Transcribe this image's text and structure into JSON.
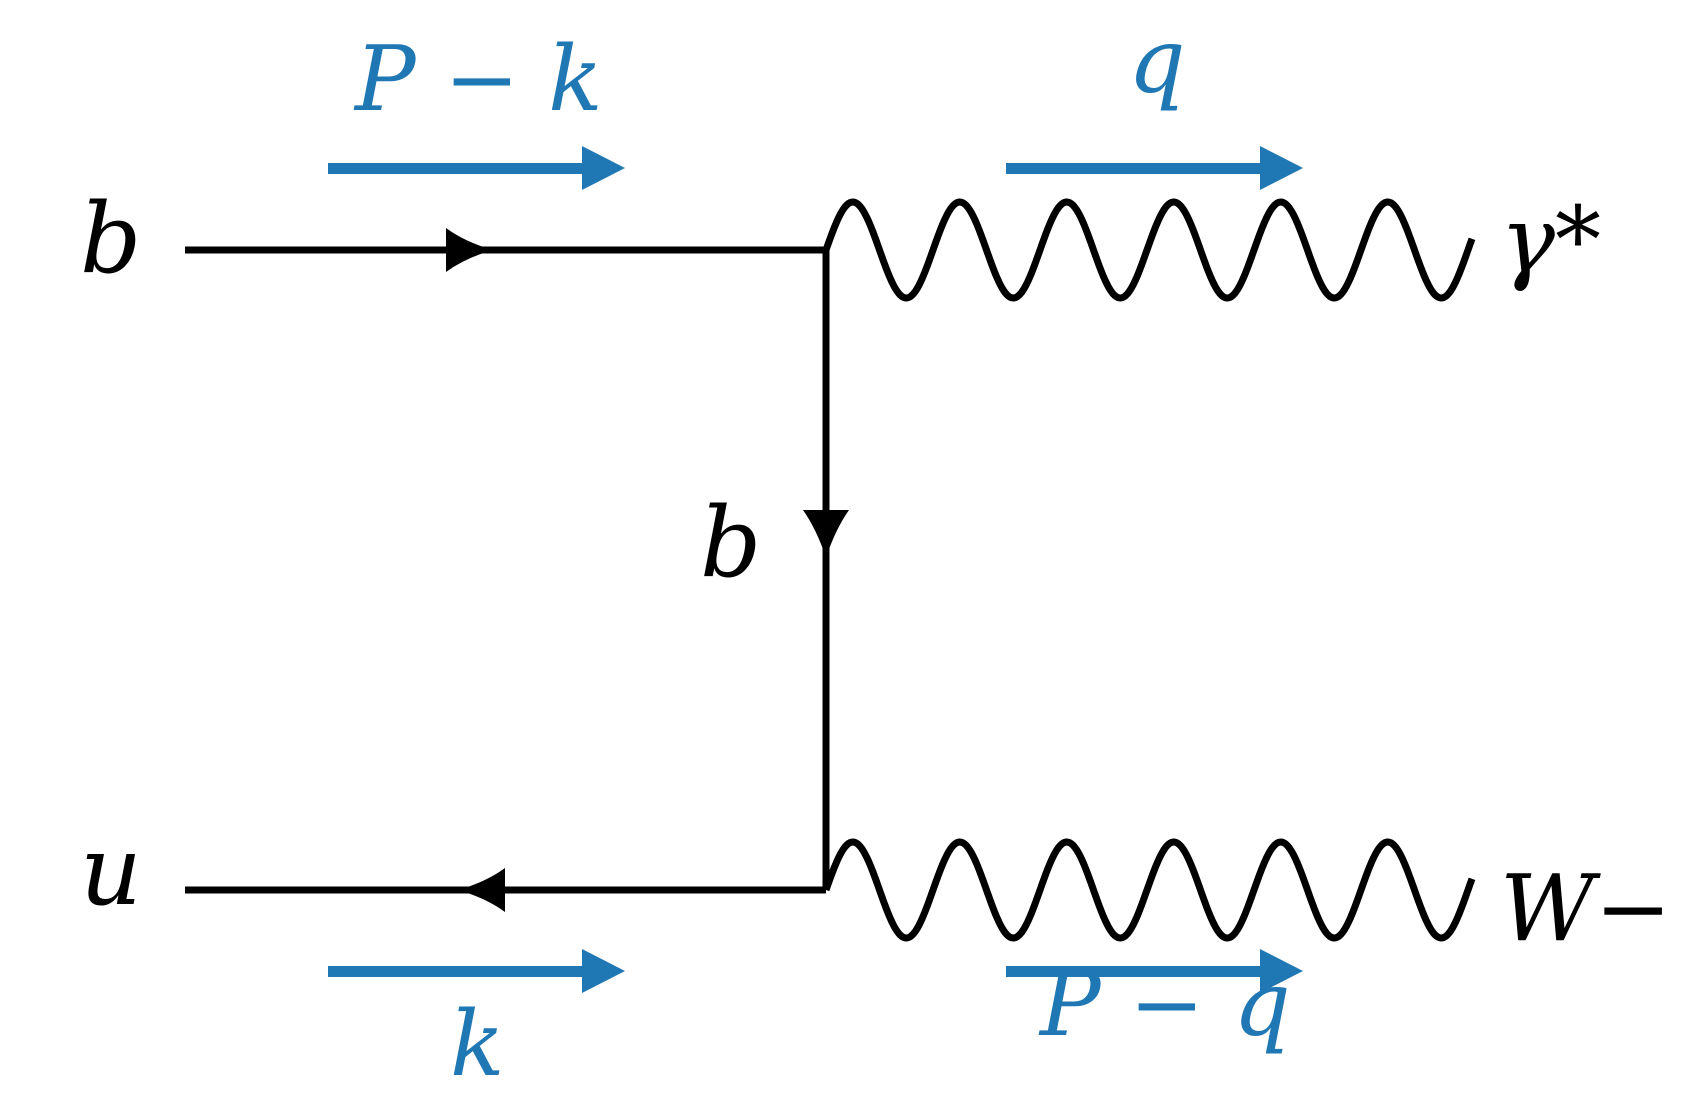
{
  "colors": {
    "line": "#000000",
    "momentum": "#1f77b4",
    "background": "#ffffff"
  },
  "particles": {
    "incoming_top": "b",
    "incoming_bottom": "u",
    "propagator": "b",
    "outgoing_top": "γ*",
    "outgoing_bottom": "W−"
  },
  "momenta": {
    "top_left": "P − k",
    "top_right": "q",
    "bottom_left": "k",
    "bottom_right": "P − q"
  }
}
